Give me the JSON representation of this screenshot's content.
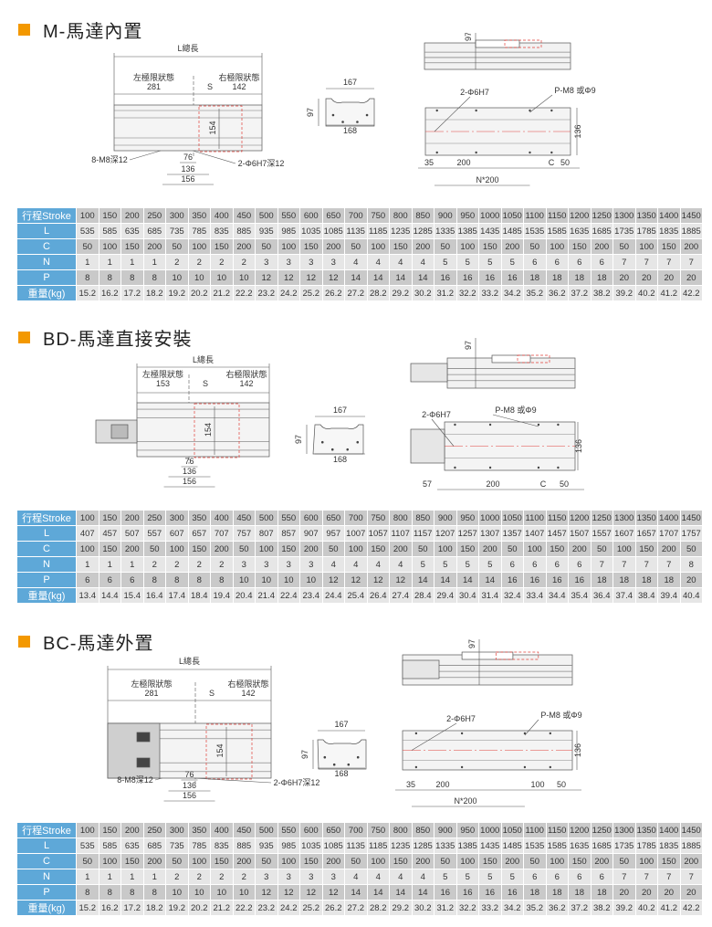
{
  "colors": {
    "accent": "#f39800",
    "header_blue": "#5ea8d8",
    "dim_red": "#e0403a"
  },
  "sections": [
    {
      "title": "M-馬達內置",
      "drawing": {
        "total_length": "L總長",
        "left_limit": "左極限狀態",
        "left_value": "281",
        "stroke": "S",
        "right_limit": "右極限狀態",
        "right_value": "142",
        "height": "154",
        "screw_note": "8-M8深12",
        "pin_note": "2-Φ6H7深12",
        "dim_76": "76",
        "dim_136": "136",
        "dim_156": "156",
        "end_top": "167",
        "end_height": "97",
        "end_bottom": "168",
        "side_height": "97",
        "pin_label": "2-Φ6H7",
        "hole_label": "P-M8 或Φ9",
        "plate_width": "136",
        "bottom_dims": [
          "35",
          "200",
          "C",
          "50"
        ],
        "pitch": "N*200"
      },
      "table": {
        "rows": [
          {
            "label": "行程Stroke",
            "values": [
              "100",
              "150",
              "200",
              "250",
              "300",
              "350",
              "400",
              "450",
              "500",
              "550",
              "600",
              "650",
              "700",
              "750",
              "800",
              "850",
              "900",
              "950",
              "1000",
              "1050",
              "1100",
              "1150",
              "1200",
              "1250",
              "1300",
              "1350",
              "1400",
              "1450"
            ]
          },
          {
            "label": "L",
            "values": [
              "535",
              "585",
              "635",
              "685",
              "735",
              "785",
              "835",
              "885",
              "935",
              "985",
              "1035",
              "1085",
              "1135",
              "1185",
              "1235",
              "1285",
              "1335",
              "1385",
              "1435",
              "1485",
              "1535",
              "1585",
              "1635",
              "1685",
              "1735",
              "1785",
              "1835",
              "1885"
            ]
          },
          {
            "label": "C",
            "values": [
              "50",
              "100",
              "150",
              "200",
              "50",
              "100",
              "150",
              "200",
              "50",
              "100",
              "150",
              "200",
              "50",
              "100",
              "150",
              "200",
              "50",
              "100",
              "150",
              "200",
              "50",
              "100",
              "150",
              "200",
              "50",
              "100",
              "150",
              "200"
            ]
          },
          {
            "label": "N",
            "values": [
              "1",
              "1",
              "1",
              "1",
              "2",
              "2",
              "2",
              "2",
              "3",
              "3",
              "3",
              "3",
              "4",
              "4",
              "4",
              "4",
              "5",
              "5",
              "5",
              "5",
              "6",
              "6",
              "6",
              "6",
              "7",
              "7",
              "7",
              "7"
            ]
          },
          {
            "label": "P",
            "values": [
              "8",
              "8",
              "8",
              "8",
              "10",
              "10",
              "10",
              "10",
              "12",
              "12",
              "12",
              "12",
              "14",
              "14",
              "14",
              "14",
              "16",
              "16",
              "16",
              "16",
              "18",
              "18",
              "18",
              "18",
              "20",
              "20",
              "20",
              "20"
            ]
          },
          {
            "label": "重量(kg)",
            "values": [
              "15.2",
              "16.2",
              "17.2",
              "18.2",
              "19.2",
              "20.2",
              "21.2",
              "22.2",
              "23.2",
              "24.2",
              "25.2",
              "26.2",
              "27.2",
              "28.2",
              "29.2",
              "30.2",
              "31.2",
              "32.2",
              "33.2",
              "34.2",
              "35.2",
              "36.2",
              "37.2",
              "38.2",
              "39.2",
              "40.2",
              "41.2",
              "42.2"
            ]
          }
        ]
      }
    },
    {
      "title": "BD-馬達直接安裝",
      "drawing": {
        "total_length": "L總長",
        "left_limit": "左極限狀態",
        "left_value": "153",
        "stroke": "S",
        "right_limit": "右極限狀態",
        "right_value": "142",
        "height": "154",
        "dim_76": "76",
        "dim_136": "136",
        "dim_156": "156",
        "end_top": "167",
        "end_height": "97",
        "end_bottom": "168",
        "side_height": "97",
        "pin_label": "2-Φ6H7",
        "hole_label": "P-M8 或Φ9",
        "plate_width": "136",
        "bottom_dims": [
          "57",
          "200",
          "C",
          "50"
        ]
      },
      "table": {
        "rows": [
          {
            "label": "行程Stroke",
            "values": [
              "100",
              "150",
              "200",
              "250",
              "300",
              "350",
              "400",
              "450",
              "500",
              "550",
              "600",
              "650",
              "700",
              "750",
              "800",
              "850",
              "900",
              "950",
              "1000",
              "1050",
              "1100",
              "1150",
              "1200",
              "1250",
              "1300",
              "1350",
              "1400",
              "1450"
            ]
          },
          {
            "label": "L",
            "values": [
              "407",
              "457",
              "507",
              "557",
              "607",
              "657",
              "707",
              "757",
              "807",
              "857",
              "907",
              "957",
              "1007",
              "1057",
              "1107",
              "1157",
              "1207",
              "1257",
              "1307",
              "1357",
              "1407",
              "1457",
              "1507",
              "1557",
              "1607",
              "1657",
              "1707",
              "1757"
            ]
          },
          {
            "label": "C",
            "values": [
              "100",
              "150",
              "200",
              "50",
              "100",
              "150",
              "200",
              "50",
              "100",
              "150",
              "200",
              "50",
              "100",
              "150",
              "200",
              "50",
              "100",
              "150",
              "200",
              "50",
              "100",
              "150",
              "200",
              "50",
              "100",
              "150",
              "200",
              "50"
            ]
          },
          {
            "label": "N",
            "values": [
              "1",
              "1",
              "1",
              "2",
              "2",
              "2",
              "2",
              "3",
              "3",
              "3",
              "3",
              "4",
              "4",
              "4",
              "4",
              "5",
              "5",
              "5",
              "5",
              "6",
              "6",
              "6",
              "6",
              "7",
              "7",
              "7",
              "7",
              "8"
            ]
          },
          {
            "label": "P",
            "values": [
              "6",
              "6",
              "6",
              "8",
              "8",
              "8",
              "8",
              "10",
              "10",
              "10",
              "10",
              "12",
              "12",
              "12",
              "12",
              "14",
              "14",
              "14",
              "14",
              "16",
              "16",
              "16",
              "16",
              "18",
              "18",
              "18",
              "18",
              "20"
            ]
          },
          {
            "label": "重量(kg)",
            "values": [
              "13.4",
              "14.4",
              "15.4",
              "16.4",
              "17.4",
              "18.4",
              "19.4",
              "20.4",
              "21.4",
              "22.4",
              "23.4",
              "24.4",
              "25.4",
              "26.4",
              "27.4",
              "28.4",
              "29.4",
              "30.4",
              "31.4",
              "32.4",
              "33.4",
              "34.4",
              "35.4",
              "36.4",
              "37.4",
              "38.4",
              "39.4",
              "40.4"
            ]
          }
        ]
      }
    },
    {
      "title": "BC-馬達外置",
      "drawing": {
        "total_length": "L總長",
        "left_limit": "左極限狀態",
        "left_value": "281",
        "stroke": "S",
        "right_limit": "右極限狀態",
        "right_value": "142",
        "height": "154",
        "screw_note": "8-M8深12",
        "pin_note": "2-Φ6H7深12",
        "dim_76": "76",
        "dim_136": "136",
        "dim_156": "156",
        "end_top": "167",
        "end_height": "97",
        "end_bottom": "168",
        "side_height": "97",
        "pin_label": "2-Φ6H7",
        "hole_label": "P-M8 或Φ9",
        "plate_width": "136",
        "bottom_dims": [
          "35",
          "200",
          "100",
          "50"
        ],
        "pitch": "N*200"
      },
      "table": {
        "rows": [
          {
            "label": "行程Stroke",
            "values": [
              "100",
              "150",
              "200",
              "250",
              "300",
              "350",
              "400",
              "450",
              "500",
              "550",
              "600",
              "650",
              "700",
              "750",
              "800",
              "850",
              "900",
              "950",
              "1000",
              "1050",
              "1100",
              "1150",
              "1200",
              "1250",
              "1300",
              "1350",
              "1400",
              "1450"
            ]
          },
          {
            "label": "L",
            "values": [
              "535",
              "585",
              "635",
              "685",
              "735",
              "785",
              "835",
              "885",
              "935",
              "985",
              "1035",
              "1085",
              "1135",
              "1185",
              "1235",
              "1285",
              "1335",
              "1385",
              "1435",
              "1485",
              "1535",
              "1585",
              "1635",
              "1685",
              "1735",
              "1785",
              "1835",
              "1885"
            ]
          },
          {
            "label": "C",
            "values": [
              "50",
              "100",
              "150",
              "200",
              "50",
              "100",
              "150",
              "200",
              "50",
              "100",
              "150",
              "200",
              "50",
              "100",
              "150",
              "200",
              "50",
              "100",
              "150",
              "200",
              "50",
              "100",
              "150",
              "200",
              "50",
              "100",
              "150",
              "200"
            ]
          },
          {
            "label": "N",
            "values": [
              "1",
              "1",
              "1",
              "1",
              "2",
              "2",
              "2",
              "2",
              "3",
              "3",
              "3",
              "3",
              "4",
              "4",
              "4",
              "4",
              "5",
              "5",
              "5",
              "5",
              "6",
              "6",
              "6",
              "6",
              "7",
              "7",
              "7",
              "7"
            ]
          },
          {
            "label": "P",
            "values": [
              "8",
              "8",
              "8",
              "8",
              "10",
              "10",
              "10",
              "10",
              "12",
              "12",
              "12",
              "12",
              "14",
              "14",
              "14",
              "14",
              "16",
              "16",
              "16",
              "16",
              "18",
              "18",
              "18",
              "18",
              "20",
              "20",
              "20",
              "20"
            ]
          },
          {
            "label": "重量(kg)",
            "values": [
              "15.2",
              "16.2",
              "17.2",
              "18.2",
              "19.2",
              "20.2",
              "21.2",
              "22.2",
              "23.2",
              "24.2",
              "25.2",
              "26.2",
              "27.2",
              "28.2",
              "29.2",
              "30.2",
              "31.2",
              "32.2",
              "33.2",
              "34.2",
              "35.2",
              "36.2",
              "37.2",
              "38.2",
              "39.2",
              "40.2",
              "41.2",
              "42.2"
            ]
          }
        ]
      }
    }
  ]
}
